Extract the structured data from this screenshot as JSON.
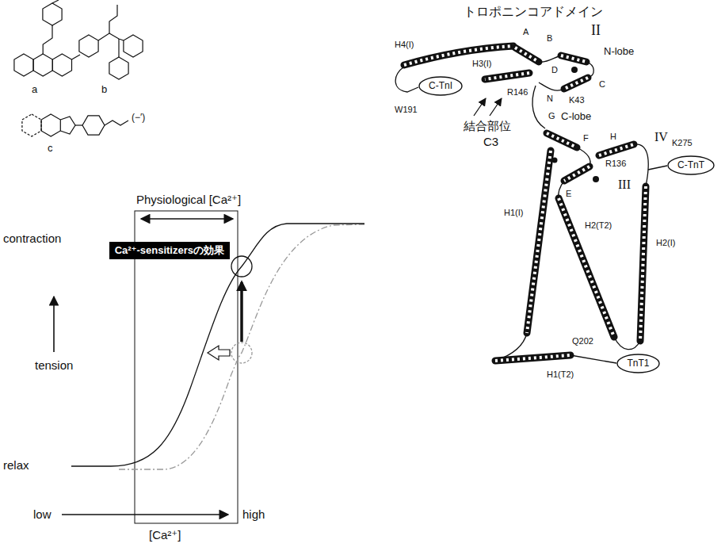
{
  "diagram": {
    "nodes": [
      {
        "text": [
          "Ca²⁺-sensitizersの効果"
        ]
      },
      {
        "text": [
          "C-TnI"
        ]
      },
      {
        "text": [
          "C-TnT"
        ]
      },
      {
        "text": [
          "TnT1"
        ]
      }
    ],
    "labels": [
      "a",
      "b",
      "c",
      "(−′)",
      "Physiological [Ca²⁺]",
      "contraction",
      "tension",
      "relax",
      "low",
      "high",
      "[Ca²⁺]",
      "トロポニンコアドメイン",
      "H4(I)",
      "A",
      "B",
      "II",
      "N-lobe",
      "D",
      "C",
      "H3(I)",
      "N",
      "K43",
      "R146",
      "結合部位",
      "C3",
      "G",
      "C-lobe",
      "IV",
      "K275",
      "R136",
      "F",
      "H",
      "III",
      "E",
      "W191",
      "H1(I)",
      "H2(T2)",
      "H2(I)",
      "Q202",
      "H1(T2)"
    ]
  }
}
